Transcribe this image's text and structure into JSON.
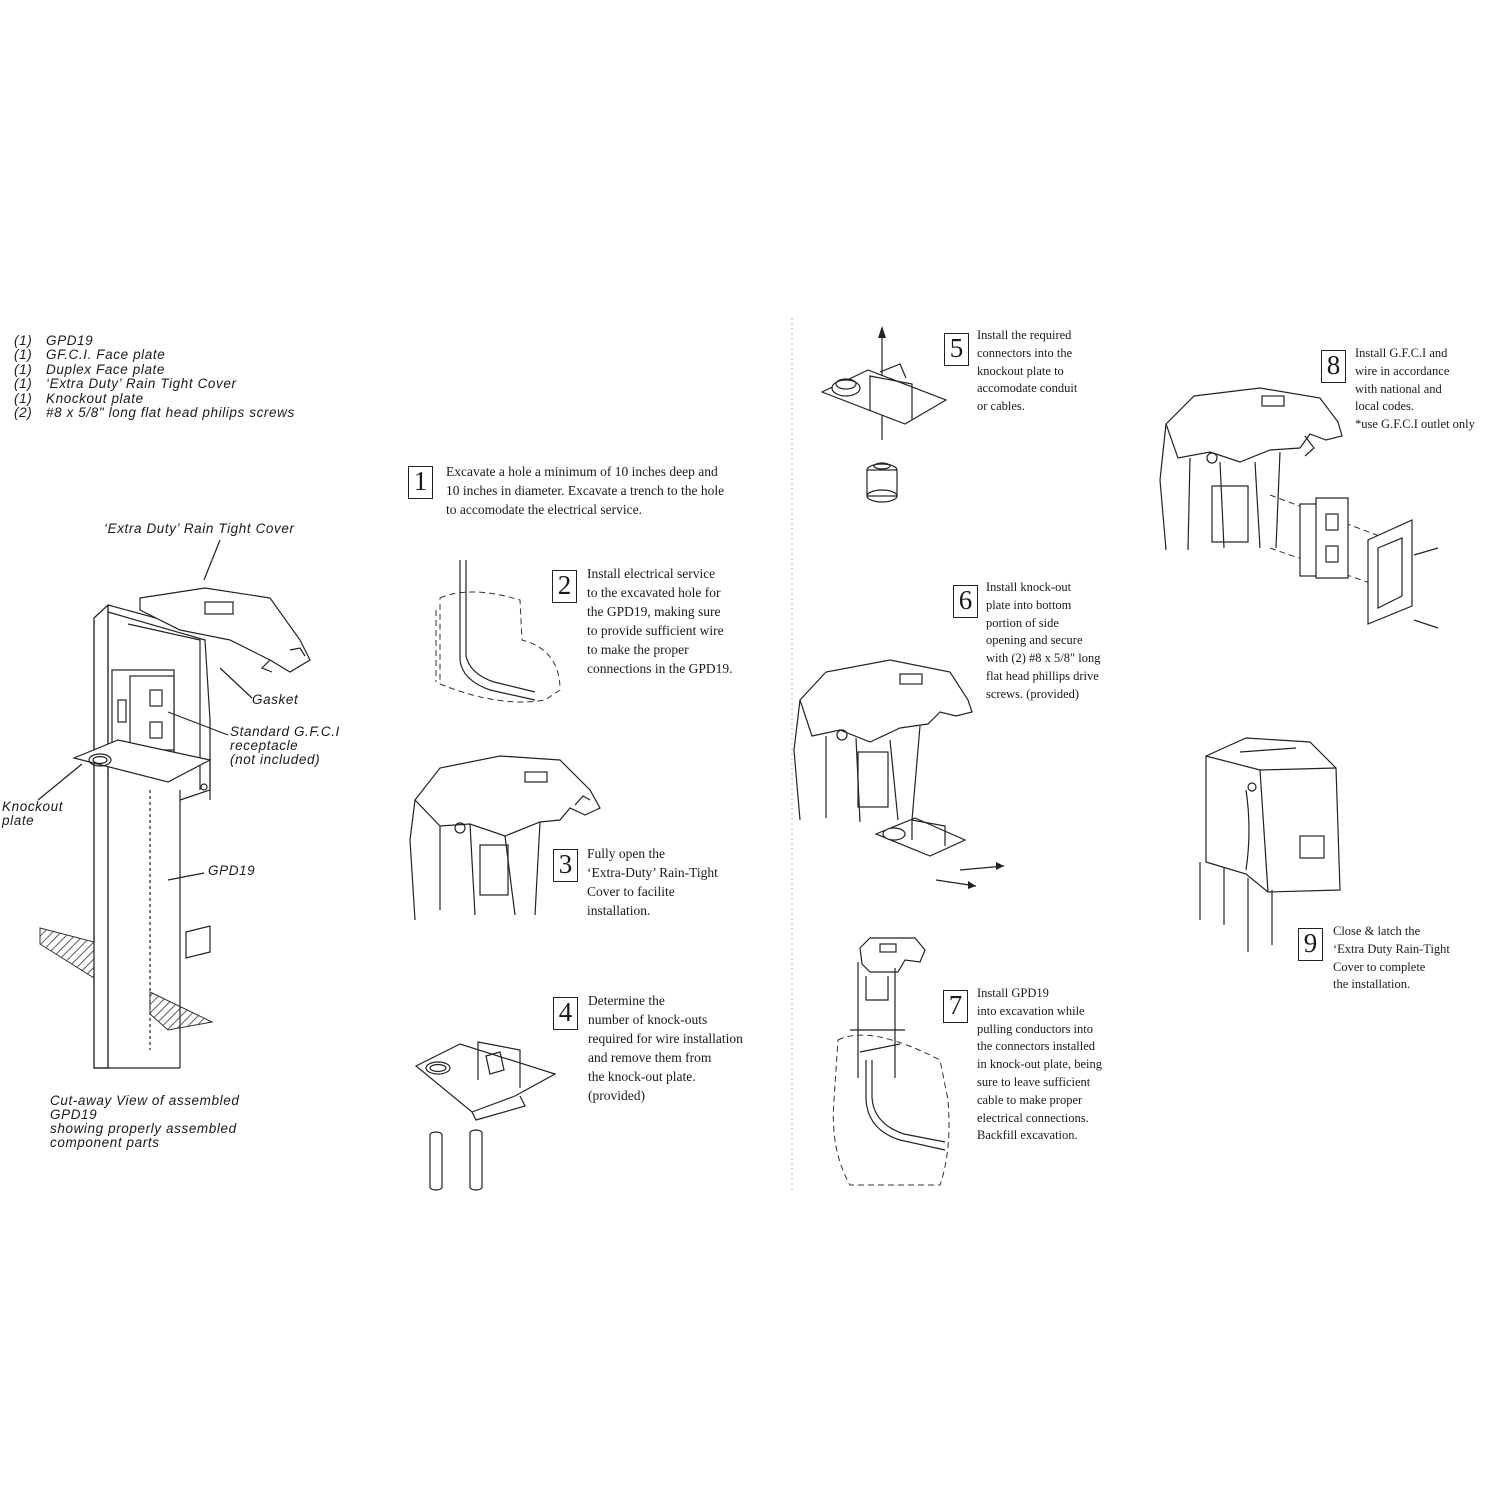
{
  "parts_list": [
    {
      "qty": "(1)",
      "name": "GPD19"
    },
    {
      "qty": "(1)",
      "name": "GF.C.I. Face plate"
    },
    {
      "qty": "(1)",
      "name": "Duplex Face plate"
    },
    {
      "qty": "(1)",
      "name": "‘Extra Duty’ Rain Tight Cover"
    },
    {
      "qty": "(1)",
      "name": "Knockout plate"
    },
    {
      "qty": "(2)",
      "name": "#8 x 5/8\" long flat head philips screws"
    }
  ],
  "callouts": {
    "cover": "‘Extra Duty’ Rain Tight Cover",
    "gasket": "Gasket",
    "receptacle_1": "Standard G.F.C.I",
    "receptacle_2": "receptacle",
    "receptacle_3": "(not included)",
    "knockout_1": "Knockout",
    "knockout_2": "plate",
    "post": "GPD19",
    "caption_1": "Cut-away View of assembled",
    "caption_2": "GPD19",
    "caption_3": "showing properly assembled",
    "caption_4": "component parts"
  },
  "steps": [
    {
      "num": "1",
      "text": "Excavate a hole a minimum of 10 inches deep and\n10 inches in diameter. Excavate a trench to the hole\nto accomodate the electrical service."
    },
    {
      "num": "2",
      "text": "Install electrical service\nto the excavated hole for\nthe GPD19, making sure\nto provide sufficient wire\nto make the proper\nconnections in the GPD19."
    },
    {
      "num": "3",
      "text": "Fully open the\n‘Extra-Duty’ Rain-Tight\nCover to facilite\ninstallation."
    },
    {
      "num": "4",
      "text": "Determine the\nnumber of knock-outs\nrequired for wire installation\nand remove them from\nthe knock-out plate.\n(provided)"
    },
    {
      "num": "5",
      "text": "Install the required\nconnectors into the\nknockout plate to\naccomodate conduit\nor cables."
    },
    {
      "num": "6",
      "text": "Install knock-out\nplate into bottom\nportion of side\nopening and secure\nwith (2) #8 x 5/8\" long\nflat head phillips drive\nscrews. (provided)"
    },
    {
      "num": "7",
      "text": "Install GPD19\ninto excavation while\npulling conductors into\nthe connectors installed\nin knock-out plate, being\nsure to leave sufficient\ncable to make proper\nelectrical connections.\nBackfill excavation."
    },
    {
      "num": "8",
      "text": "Install G.F.C.I and\nwire in accordance\nwith national and\nlocal codes.\n*use G.F.C.I outlet only"
    },
    {
      "num": "9",
      "text": "Close & latch the\n‘Extra Duty Rain-Tight\nCover to complete\nthe installation."
    }
  ]
}
